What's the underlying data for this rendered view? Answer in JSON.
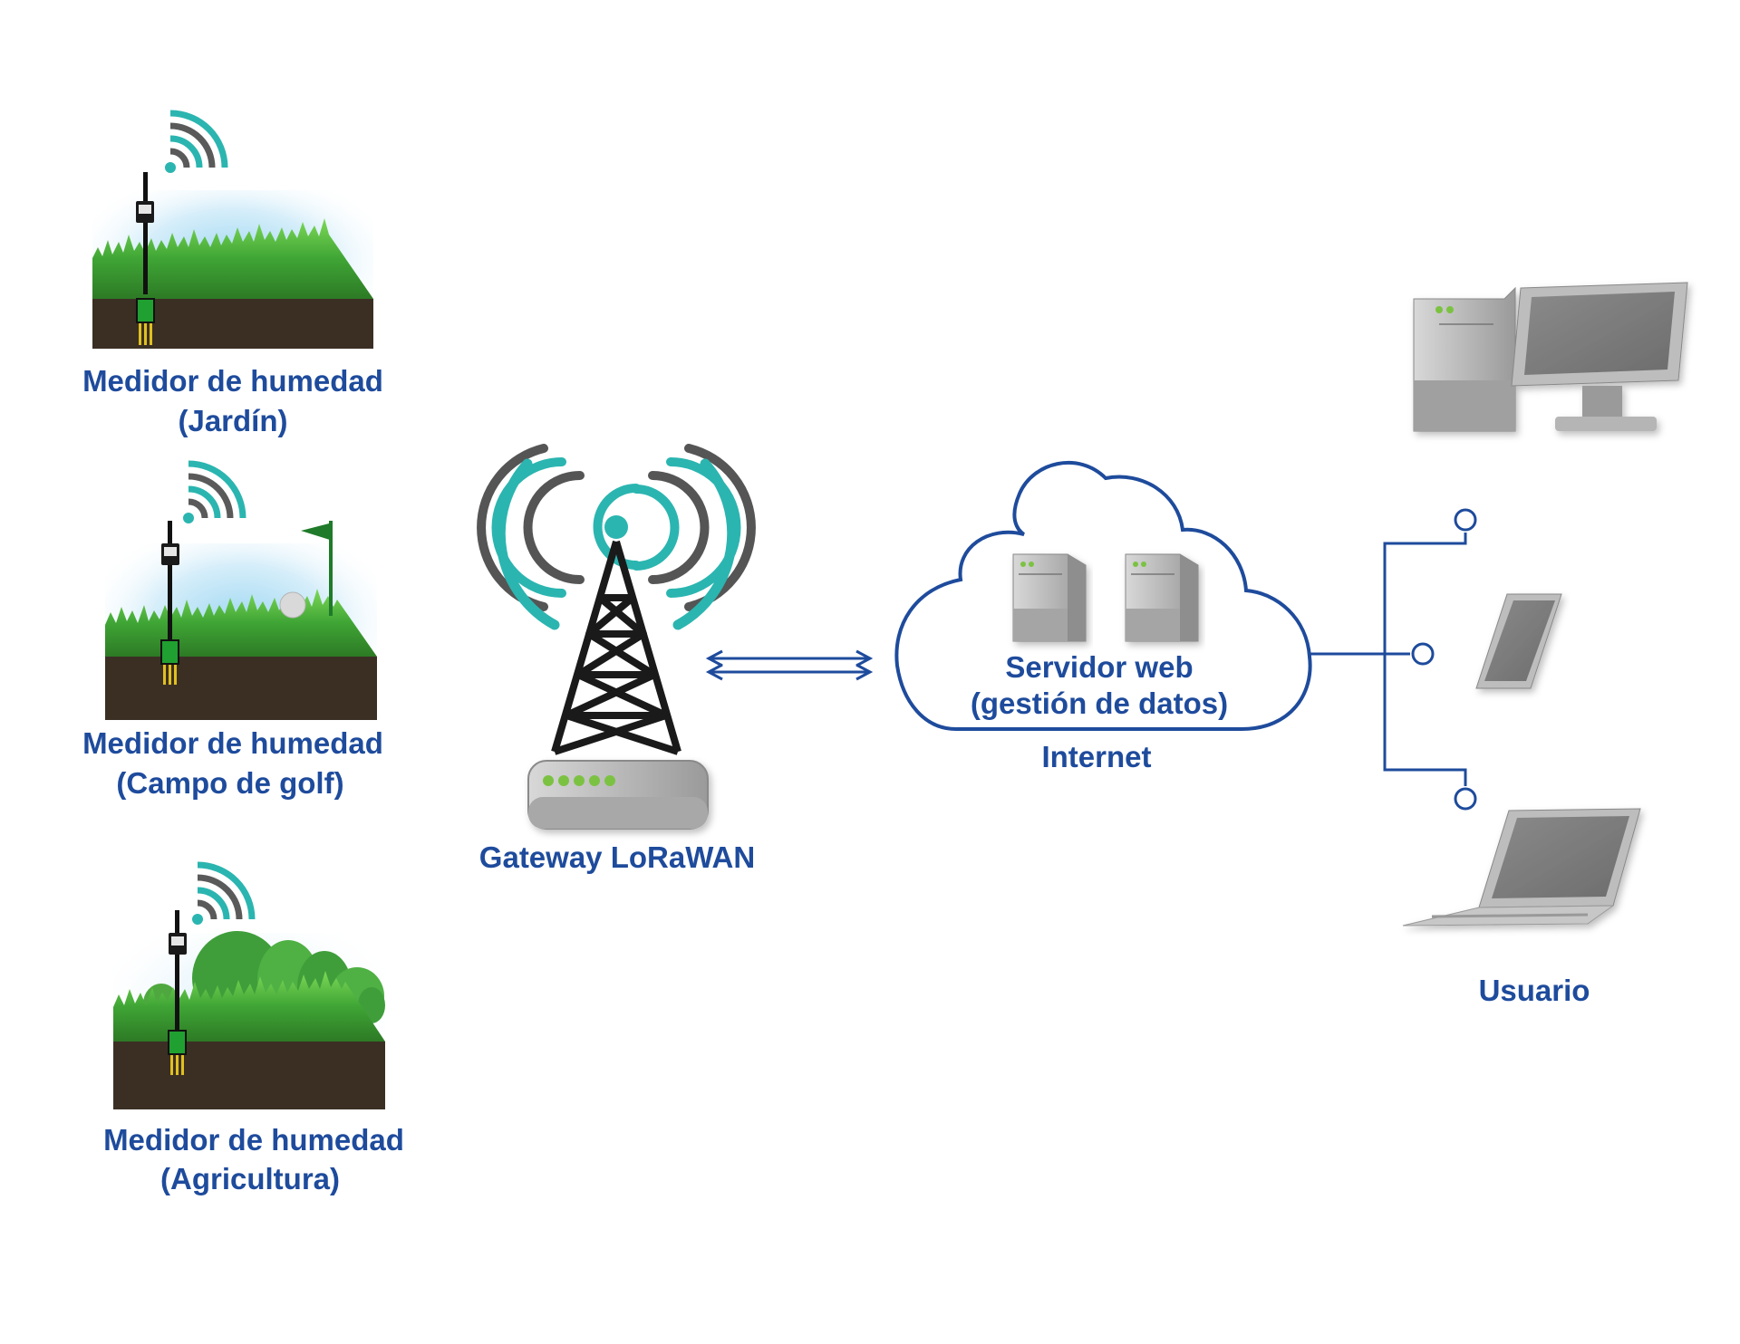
{
  "sensors": [
    {
      "title": "Medidor de humedad",
      "subtitle": "(Jardín)",
      "scene": "garden"
    },
    {
      "title": "Medidor de humedad",
      "subtitle": "(Campo de golf)",
      "scene": "golf"
    },
    {
      "title": "Medidor de humedad",
      "subtitle": "(Agricultura)",
      "scene": "agriculture"
    }
  ],
  "gateway": {
    "label": "Gateway LoRaWAN",
    "led_count": 5
  },
  "cloud": {
    "server_line1": "Servidor web",
    "server_line2": "(gestión de datos)",
    "label": "Internet"
  },
  "user": {
    "label": "Usuario",
    "devices": [
      "desktop-computer",
      "tablet",
      "laptop"
    ]
  },
  "colors": {
    "label_text": "#1e4b9c",
    "line": "#1e4b9c",
    "signal": "#2bb5b0",
    "grass": "#3fa535",
    "soil": "#3b2f24",
    "led": "#7cc242",
    "device_gray": "#9a9a9a"
  }
}
